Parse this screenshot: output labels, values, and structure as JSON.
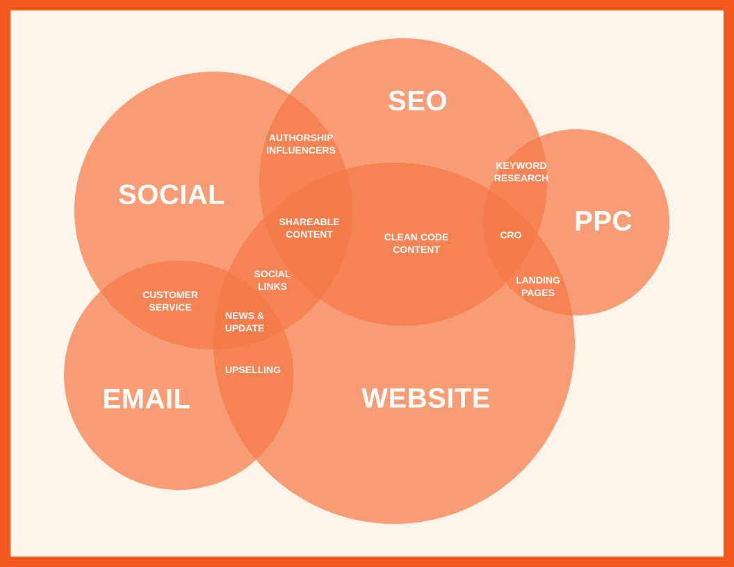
{
  "colors": {
    "border": "#F4581A",
    "background": "#FDF5E9",
    "circle_fill": "#F47A46",
    "label_text": "#FFFFFF"
  },
  "sets": {
    "seo": "SEO",
    "social": "SOCIAL",
    "ppc": "PPC",
    "email": "EMAIL",
    "website": "WEBSITE"
  },
  "overlaps": {
    "authorship": [
      "AUTHORSHIP",
      "INFLUENCERS"
    ],
    "keyword": [
      "KEYWORD",
      "RESEARCH"
    ],
    "shareable": [
      "SHAREABLE",
      "CONTENT"
    ],
    "clean_code": [
      "CLEAN CODE",
      "CONTENT"
    ],
    "cro": [
      "CRO"
    ],
    "social_links": [
      "SOCIAL",
      "LINKS"
    ],
    "landing": [
      "LANDING",
      "PAGES"
    ],
    "customer_service": [
      "CUSTOMER",
      "SERVICE"
    ],
    "news": [
      "NEWS &",
      "UPDATE"
    ],
    "upselling": [
      "UPSELLING"
    ]
  }
}
